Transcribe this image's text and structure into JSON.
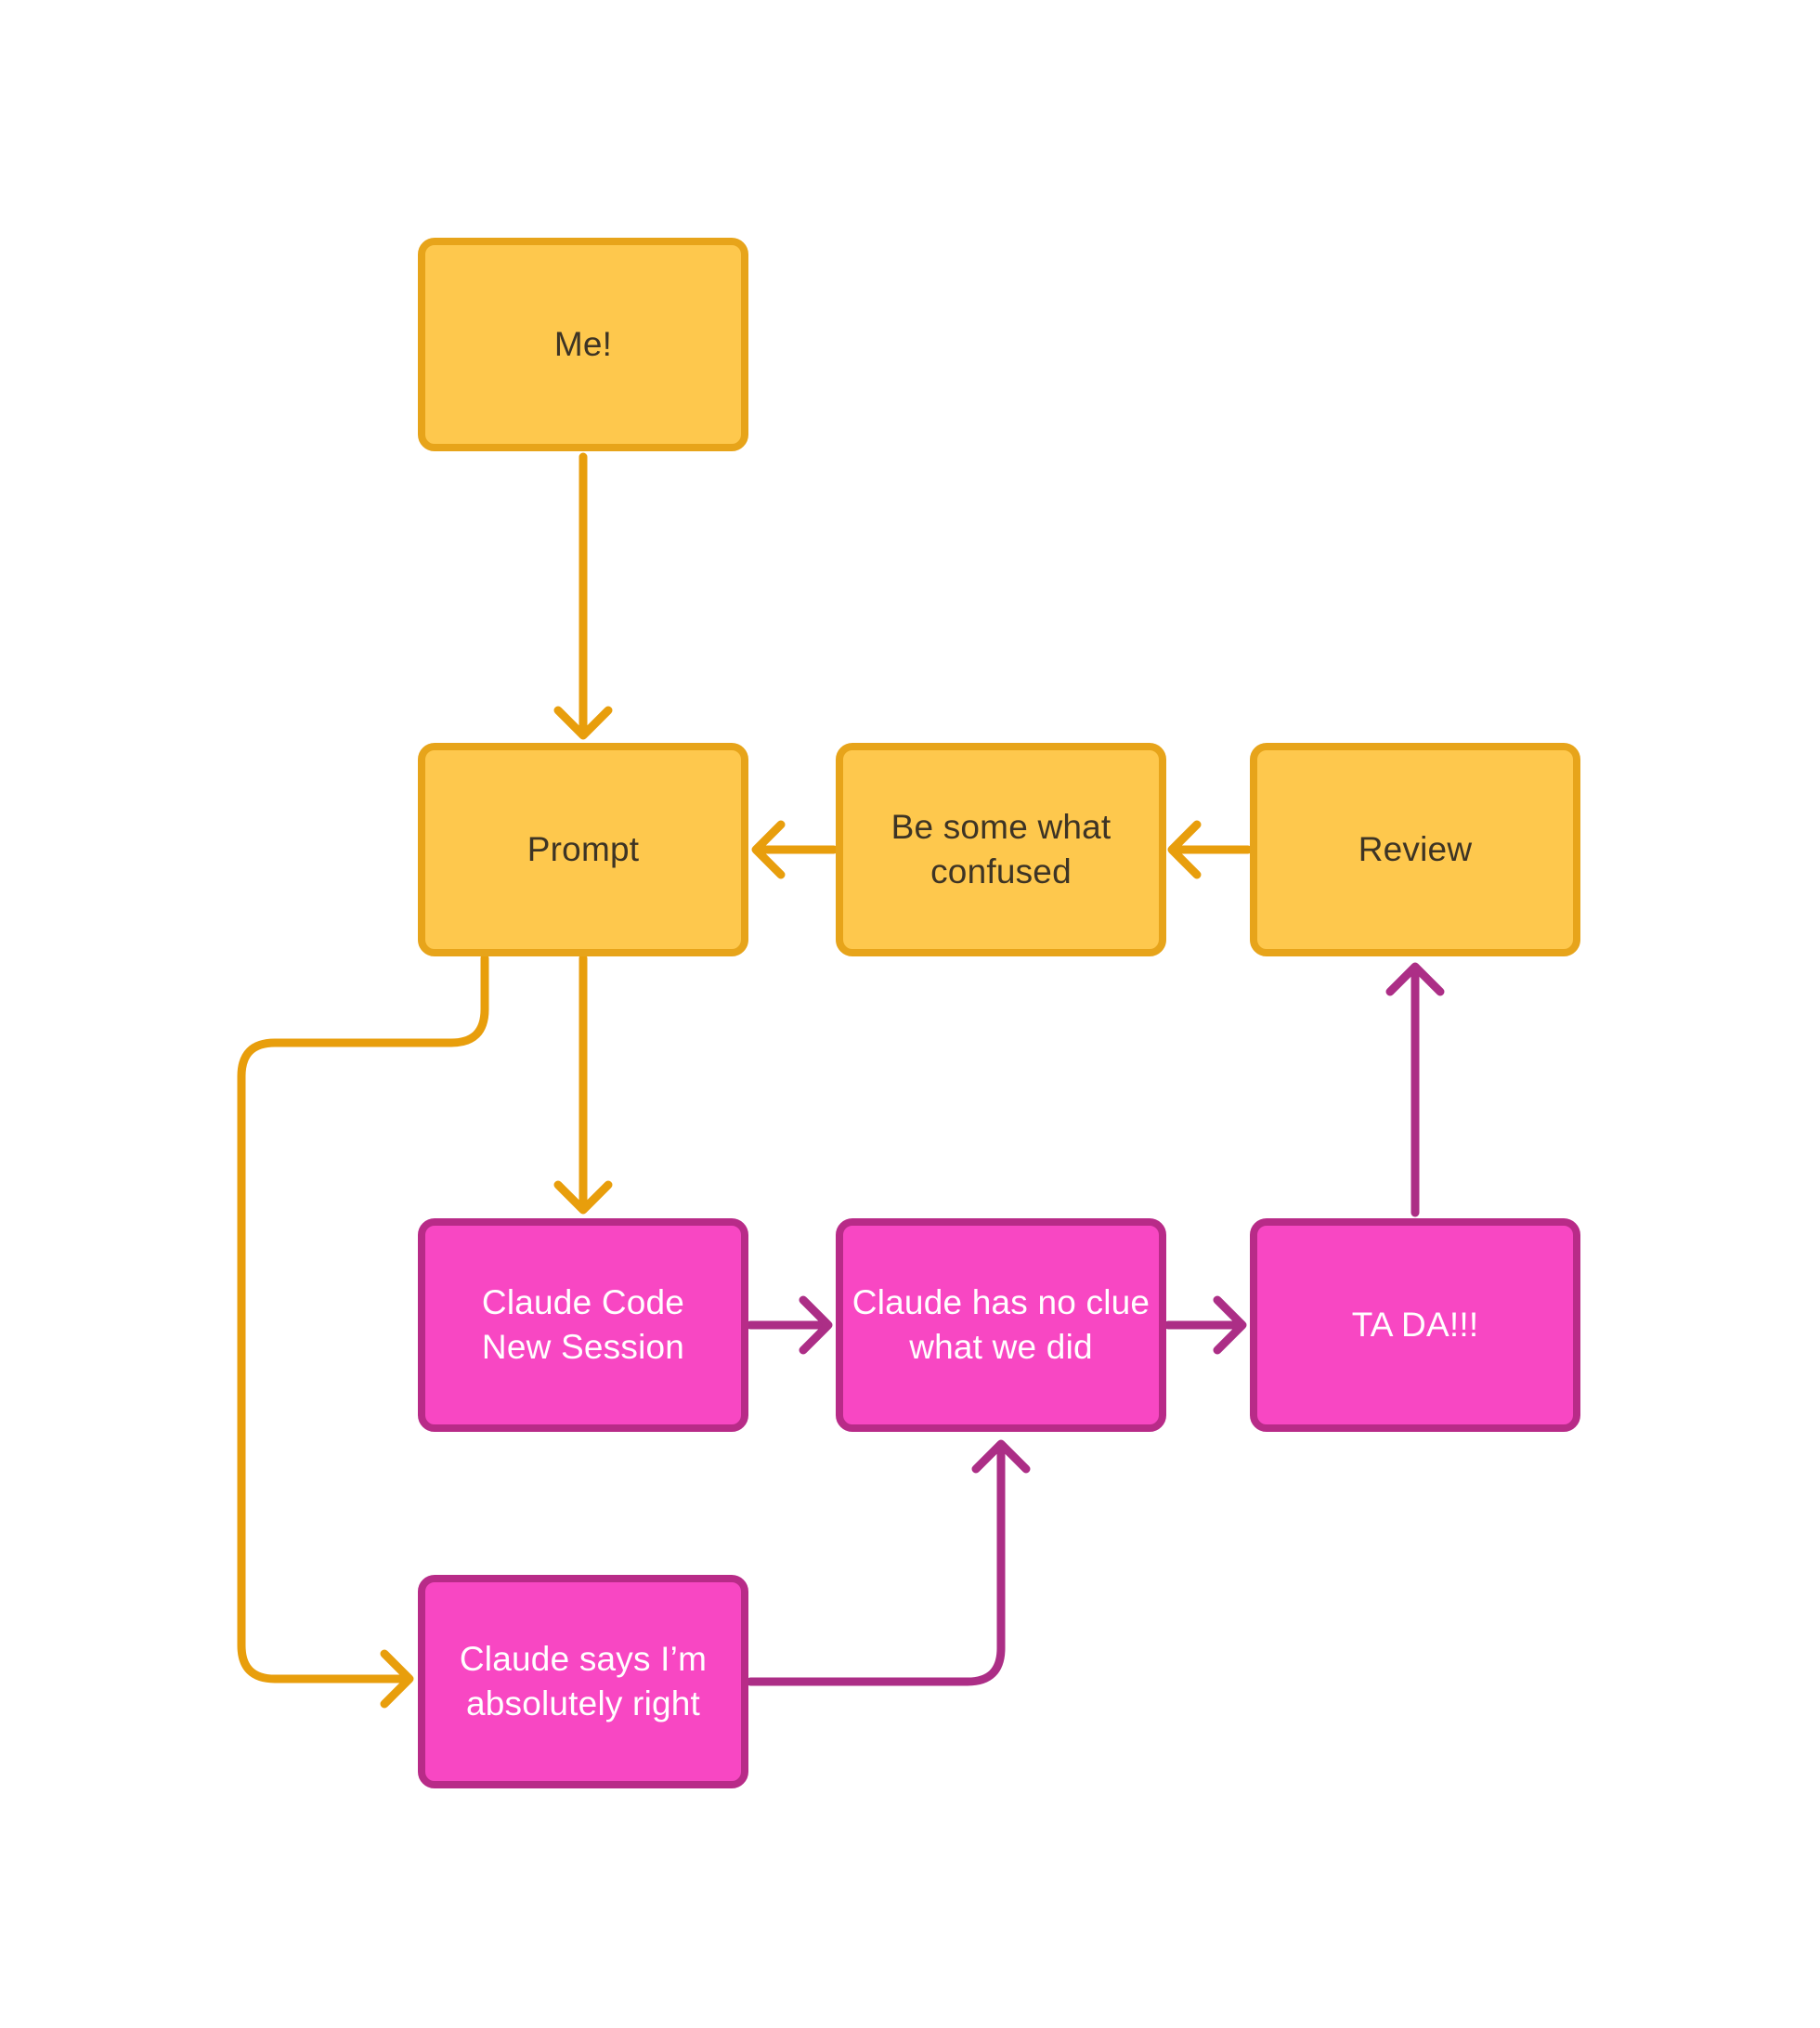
{
  "diagram": {
    "title": "Claude Code session flowchart",
    "background": "#ffffff"
  },
  "colors": {
    "yellow_fill": "#FEC84D",
    "yellow_border": "#E7A41A",
    "yellow_connector": "#E89E0C",
    "pink_fill": "#F847C3",
    "pink_border": "#B82B88",
    "magenta_connector": "#AC2E86",
    "dark_text": "#3D3425",
    "light_text": "#FFFFFF"
  },
  "nodes": [
    {
      "id": "me",
      "label": "Me!",
      "lines": [
        "Me!"
      ],
      "color": "yellow"
    },
    {
      "id": "prompt",
      "label": "Prompt",
      "lines": [
        "Prompt"
      ],
      "color": "yellow"
    },
    {
      "id": "besome",
      "label": "Be some what confused",
      "lines": [
        "Be some what",
        "confused"
      ],
      "color": "yellow"
    },
    {
      "id": "review",
      "label": "Review",
      "lines": [
        "Review"
      ],
      "color": "yellow"
    },
    {
      "id": "claudecode",
      "label": "Claude Code New Session",
      "lines": [
        "Claude Code",
        "New Session"
      ],
      "color": "pink"
    },
    {
      "id": "noclue",
      "label": "Claude has no clue what we did",
      "lines": [
        "Claude has no clue",
        "what we did"
      ],
      "color": "pink"
    },
    {
      "id": "tada",
      "label": "TA DA!!!",
      "lines": [
        "TA DA!!!"
      ],
      "color": "pink"
    },
    {
      "id": "claudesays",
      "label": "Claude says I’m absolutely right",
      "lines": [
        "Claude says I’m",
        "absolutely right"
      ],
      "color": "pink"
    }
  ],
  "edges": [
    {
      "id": "me-to-prompt",
      "from": "me",
      "to": "prompt",
      "color": "yellow"
    },
    {
      "id": "besome-to-prompt",
      "from": "besome",
      "to": "prompt",
      "color": "yellow"
    },
    {
      "id": "review-to-besome",
      "from": "review",
      "to": "besome",
      "color": "yellow"
    },
    {
      "id": "prompt-to-claudecode",
      "from": "prompt",
      "to": "claudecode",
      "color": "yellow"
    },
    {
      "id": "prompt-to-claudesays",
      "from": "prompt",
      "to": "claudesays",
      "color": "yellow"
    },
    {
      "id": "claudecode-to-noclue",
      "from": "claudecode",
      "to": "noclue",
      "color": "magenta"
    },
    {
      "id": "noclue-to-tada",
      "from": "noclue",
      "to": "tada",
      "color": "magenta"
    },
    {
      "id": "tada-to-review",
      "from": "tada",
      "to": "review",
      "color": "magenta"
    },
    {
      "id": "claudesays-to-noclue",
      "from": "claudesays",
      "to": "noclue",
      "color": "magenta"
    }
  ]
}
